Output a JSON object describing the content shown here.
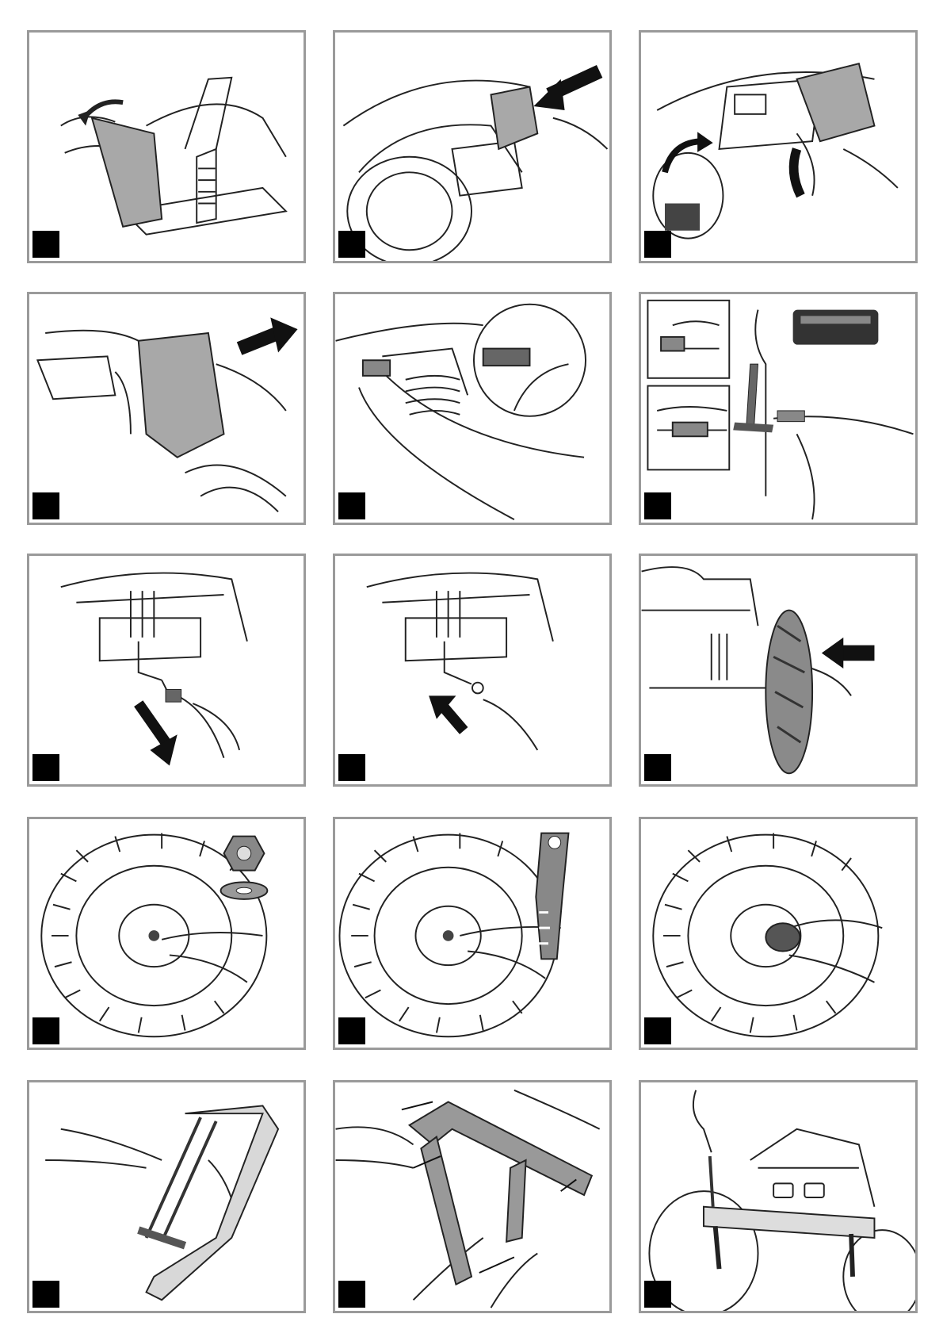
{
  "page": {
    "panels": [
      {
        "id": 1,
        "illustration": "lift-seat-cover"
      },
      {
        "id": 2,
        "illustration": "push-cover-forward"
      },
      {
        "id": 3,
        "illustration": "rotate-fender-bellow"
      },
      {
        "id": 4,
        "illustration": "pull-cover-out"
      },
      {
        "id": 5,
        "illustration": "insert-pin-detail"
      },
      {
        "id": 6,
        "illustration": "hammer-axle-pin"
      },
      {
        "id": 7,
        "illustration": "remove-axle-cap"
      },
      {
        "id": 8,
        "illustration": "insert-washer"
      },
      {
        "id": 9,
        "illustration": "mount-wheel"
      },
      {
        "id": 10,
        "illustration": "fit-nut-and-washer"
      },
      {
        "id": 11,
        "illustration": "tighten-with-wrench"
      },
      {
        "id": 12,
        "illustration": "fit-hub-cap"
      },
      {
        "id": 13,
        "illustration": "assemble-bumper-frame"
      },
      {
        "id": 14,
        "illustration": "press-bumper-parts"
      },
      {
        "id": 15,
        "illustration": "screw-bumper-on-vehicle"
      }
    ],
    "colors": {
      "frame": "#9a9a9a",
      "marker": "#000000",
      "part_fill": "#a8a8a8",
      "line": "#222222"
    }
  }
}
